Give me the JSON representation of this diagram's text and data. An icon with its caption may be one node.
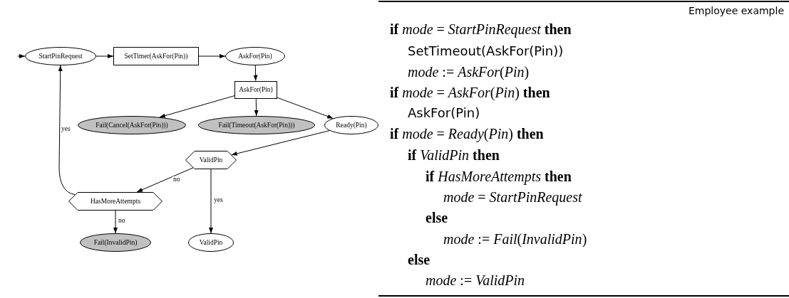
{
  "diagram": {
    "nodes": [
      {
        "text": [
          "StartPinRequest"
        ]
      },
      {
        "text": [
          "SetTimer(AskFor(Pin))"
        ]
      },
      {
        "text": [
          "AskFor(Pin)"
        ]
      },
      {
        "text": [
          "AskFor(Pin)"
        ]
      },
      {
        "text": [
          "Fail(Cancel(AskFor(Pin)))"
        ]
      },
      {
        "text": [
          "Fail(Timeout(AskFor(Pin)))"
        ]
      },
      {
        "text": [
          "Ready(Pin)"
        ]
      },
      {
        "text": [
          "ValidPin"
        ]
      },
      {
        "text": [
          "HasMoreAttempts"
        ]
      },
      {
        "text": [
          "Fail(InvalidPin)"
        ]
      },
      {
        "text": [
          "ValidPin"
        ]
      }
    ],
    "edges": [
      {
        "from": null,
        "to": 0,
        "arrow": "to"
      },
      {
        "from": 0,
        "to": 1,
        "arrow": "to"
      },
      {
        "from": 1,
        "to": 2,
        "arrow": "to"
      },
      {
        "from": 2,
        "to": 3,
        "arrow": "to"
      },
      {
        "from": 3,
        "to": 4,
        "arrow": "to"
      },
      {
        "from": 3,
        "to": 5,
        "arrow": "to"
      },
      {
        "from": 3,
        "to": 6,
        "arrow": "to"
      },
      {
        "from": 6,
        "to": 7,
        "arrow": "to"
      },
      {
        "from": 7,
        "to": 8,
        "arrow": "to",
        "label": "no"
      },
      {
        "from": 7,
        "to": 10,
        "arrow": "to",
        "label": "yes"
      },
      {
        "from": 8,
        "to": 0,
        "arrow": "to",
        "label": "yes"
      },
      {
        "from": 8,
        "to": 9,
        "arrow": "to",
        "label": "no"
      }
    ],
    "labels": [
      "Employee example",
      "**if** *mode* = *StartPinRequest* **then**",
      "SetTimeout(AskFor(Pin))",
      "*mode* := *AskFor*(*Pin*)",
      "**if** *mode* = *AskFor*(*Pin*) **then**",
      "AskFor(Pin)",
      "**if** *mode* = *Ready*(*Pin*) **then**",
      "**if** *ValidPin* **then**",
      "**if** *HasMoreAttempts* **then**",
      "*mode* = *StartPinRequest*",
      "**else**",
      "*mode* := *Fail*(*InvalidPin*)",
      "**else**",
      "*mode* := *ValidPin*"
    ]
  }
}
